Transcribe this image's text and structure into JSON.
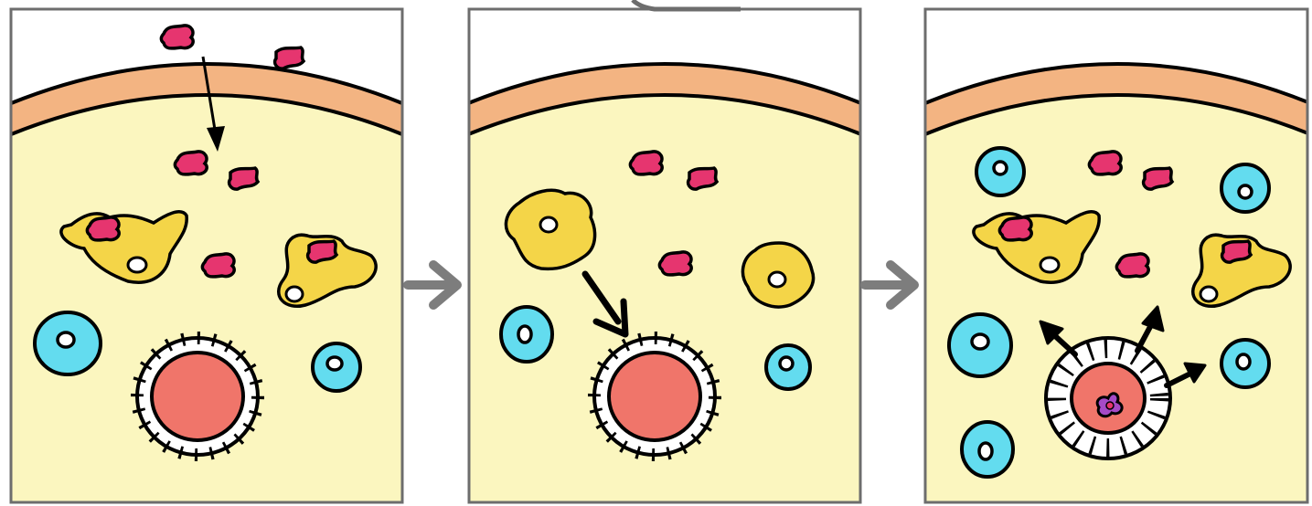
{
  "diagram": {
    "panels": [
      {
        "id": "panel-1"
      },
      {
        "id": "panel-2"
      },
      {
        "id": "panel-3"
      }
    ],
    "arrows_between_panels": 2,
    "colors": {
      "frame": "#6d6d6d",
      "tissue": "#fbf6bf",
      "outside": "#ffffff",
      "membrane": "#f3b482",
      "pathogen": "#e6356f",
      "macrophage": "#f4d548",
      "lymphocyte": "#63dcef",
      "vessel_lumen": "#f0756a",
      "vessel_wall": "#ffffff",
      "inner_particle": "#a64ac6",
      "process_arrow": "#7d7d7d",
      "outline": "#000000"
    }
  }
}
